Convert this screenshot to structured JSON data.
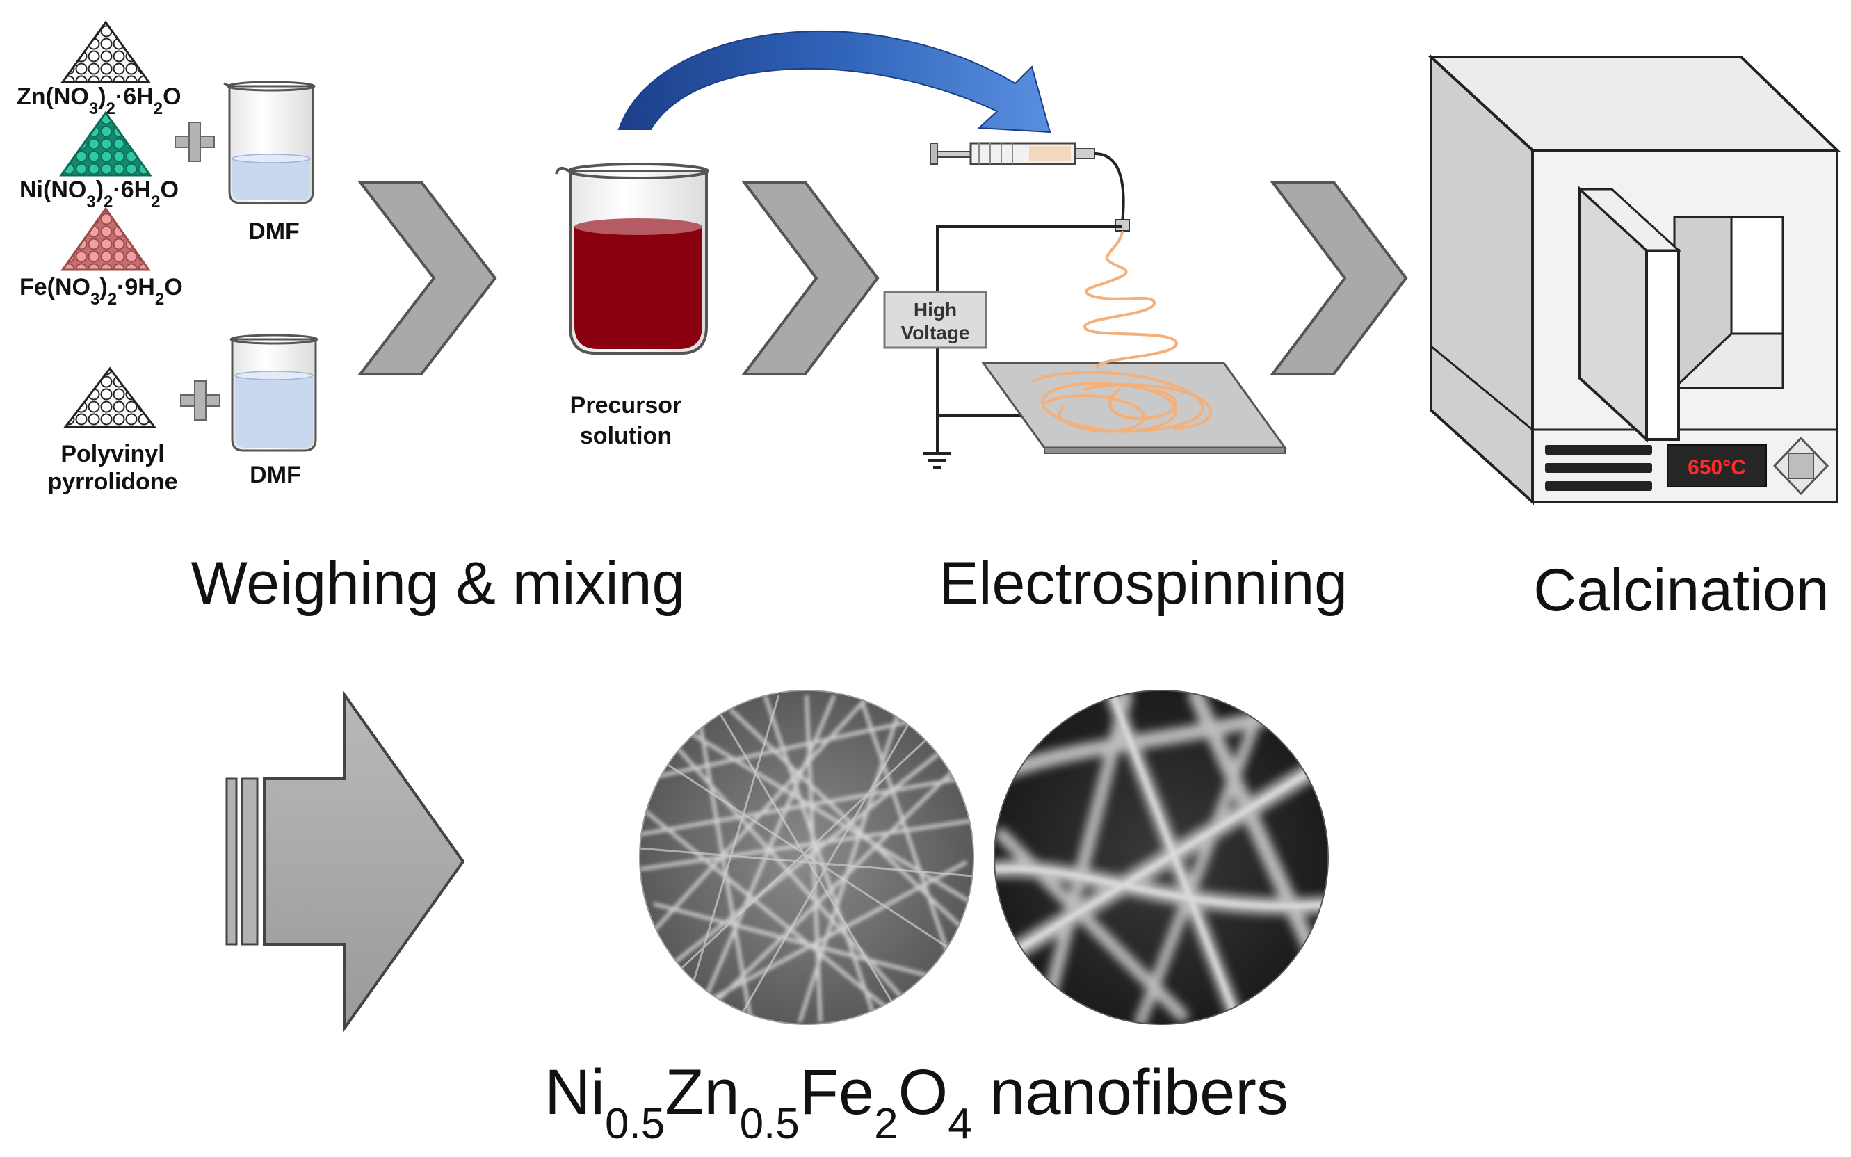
{
  "reagents": {
    "zn_nitrate": {
      "base": "Zn(NO",
      "sub1": "3",
      "mid": ")",
      "sub2": "2",
      "tail": "·6H",
      "sub3": "2",
      "end": "O"
    },
    "ni_nitrate": {
      "base": "Ni(NO",
      "sub1": "3",
      "mid": ")",
      "sub2": "2",
      "tail": "·6H",
      "sub3": "2",
      "end": "O"
    },
    "fe_nitrate": {
      "base": "Fe(NO",
      "sub1": "3",
      "mid": ")",
      "sub2": "2",
      "tail": "·9H",
      "sub3": "2",
      "end": "O"
    },
    "pvp_line1": "Polyvinyl",
    "pvp_line2": "pyrrolidone",
    "solvent_top": "DMF",
    "solvent_bottom": "DMF"
  },
  "precursor": {
    "line1": "Precursor",
    "line2": "solution"
  },
  "electrospinning": {
    "hv_line1": "High",
    "hv_line2": "Voltage"
  },
  "furnace": {
    "temperature": "650°C"
  },
  "steps": {
    "step1": "Weighing & mixing",
    "step2": "Electrospinning",
    "step3": "Calcination"
  },
  "product": {
    "p1": "Ni",
    "s1": "0.5",
    "p2": "Zn",
    "s2": "0.5",
    "p3": "Fe",
    "s3": "2",
    "p4": "O",
    "s4": "4",
    "p5": " nanofibers"
  },
  "colors": {
    "zn_powder": "#ffffff",
    "ni_powder": "#2fc9a5",
    "fe_powder": "#f0a0a0",
    "solution": "#8a0010",
    "arrow_blue": "#2f63b8",
    "chevron": "#a9a9a9",
    "fiber": "#f5b07a",
    "temp_display": "#ff2a2a"
  }
}
